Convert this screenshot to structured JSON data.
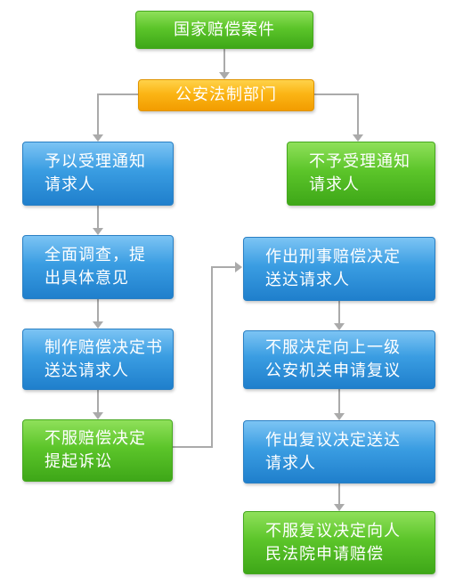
{
  "colors": {
    "green": "#5cc52a",
    "blue": "#3a9de2",
    "orange": "#fbb515",
    "arrow": "#aaaaaa"
  },
  "nodes": {
    "case": {
      "lines": [
        "国家赔偿案件"
      ]
    },
    "police": {
      "lines": [
        "公安法制部门"
      ]
    },
    "accept": {
      "lines": [
        "予以受理通知",
        "请求人"
      ]
    },
    "reject": {
      "lines": [
        "不予受理通知",
        "请求人"
      ]
    },
    "investigate": {
      "lines": [
        "全面调查，提",
        "出具体意见"
      ]
    },
    "decision_doc": {
      "lines": [
        "制作赔偿决定书",
        "送达请求人"
      ]
    },
    "sue": {
      "lines": [
        "不服赔偿决定",
        "提起诉讼"
      ]
    },
    "criminal": {
      "lines": [
        "作出刑事赔偿决定",
        "送达请求人"
      ]
    },
    "appeal": {
      "lines": [
        "不服决定向上一级",
        "公安机关申请复议"
      ]
    },
    "review": {
      "lines": [
        "作出复议决定送达",
        "请求人"
      ]
    },
    "court": {
      "lines": [
        "不服复议决定向人",
        "民法院申请赔偿"
      ]
    }
  }
}
